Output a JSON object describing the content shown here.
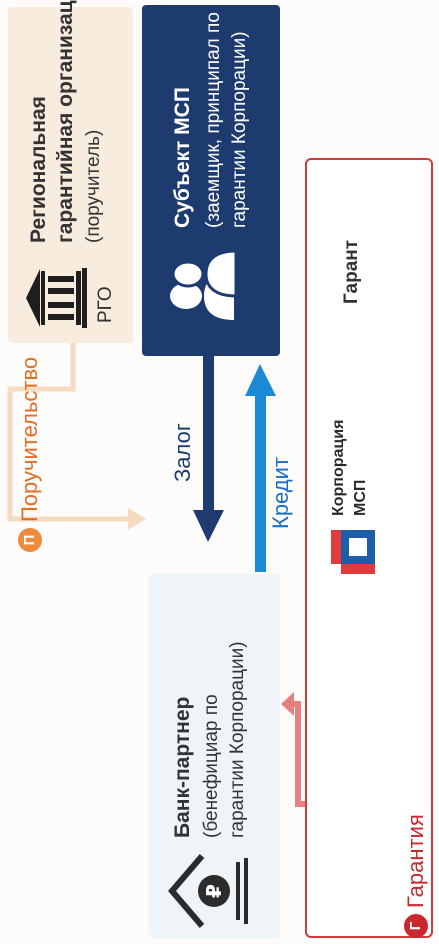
{
  "rgo": {
    "abbr": "РГО",
    "title_line1": "Региональная",
    "title_line2": "гарантийная организация",
    "role": "(поручитель)",
    "icon": "institution-building-icon"
  },
  "msp": {
    "title": "Субъект МСП",
    "desc_line1": "(заемщик, принципал по",
    "desc_line2": "гарантии Корпорации)",
    "icon": "people-silhouette-icon"
  },
  "bank": {
    "title": "Банк-партнер",
    "desc_line1": "(бенефициар по",
    "desc_line2": "гарантии Корпорации)",
    "icon": "bank-ruble-icon"
  },
  "flows": {
    "collateral": "Залог",
    "credit": "Кредит",
    "surety": "Поручительство",
    "surety_badge": "П",
    "guarantee": "Гарантия",
    "guarantee_badge": "Г"
  },
  "guarantor": {
    "logo_line1": "Корпорация",
    "logo_line2": "МСП",
    "role": "Гарант",
    "icon": "corporation-logo-icon"
  },
  "colors": {
    "navy": "#1d3b6e",
    "blue": "#1a8ad6",
    "red": "#d23a3a",
    "beige": "#f7ecdd",
    "orange": "#ee8a3c"
  }
}
